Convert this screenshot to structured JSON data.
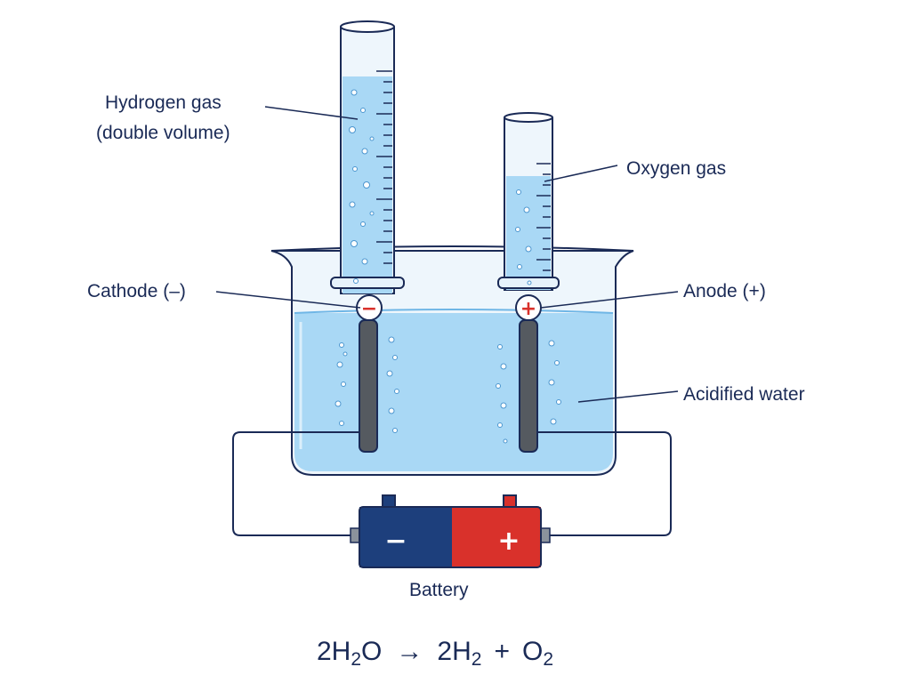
{
  "labels": {
    "hydrogen_line1": "Hydrogen gas",
    "hydrogen_line2": "(double volume)",
    "oxygen": "Oxygen gas",
    "cathode": "Cathode (–)",
    "anode": "Anode (+)",
    "acidified_water": "Acidified water",
    "battery": "Battery"
  },
  "symbols": {
    "cathode_sign": "−",
    "anode_sign": "+",
    "battery_negative": "−",
    "battery_positive": "+"
  },
  "equation": {
    "c1": "2H",
    "s1": "2",
    "c2": "O",
    "arrow": "→",
    "c3": "2H",
    "s3": "2",
    "plus": "+",
    "c4": "O",
    "s4": "2"
  },
  "colors": {
    "outline": "#1a2a56",
    "water": "#a9d8f5",
    "glass": "#eef6fc",
    "electrode": "#555a60",
    "battery_negative": "#1d3f7c",
    "battery_positive": "#d9312b",
    "sign_red": "#d9312b"
  }
}
